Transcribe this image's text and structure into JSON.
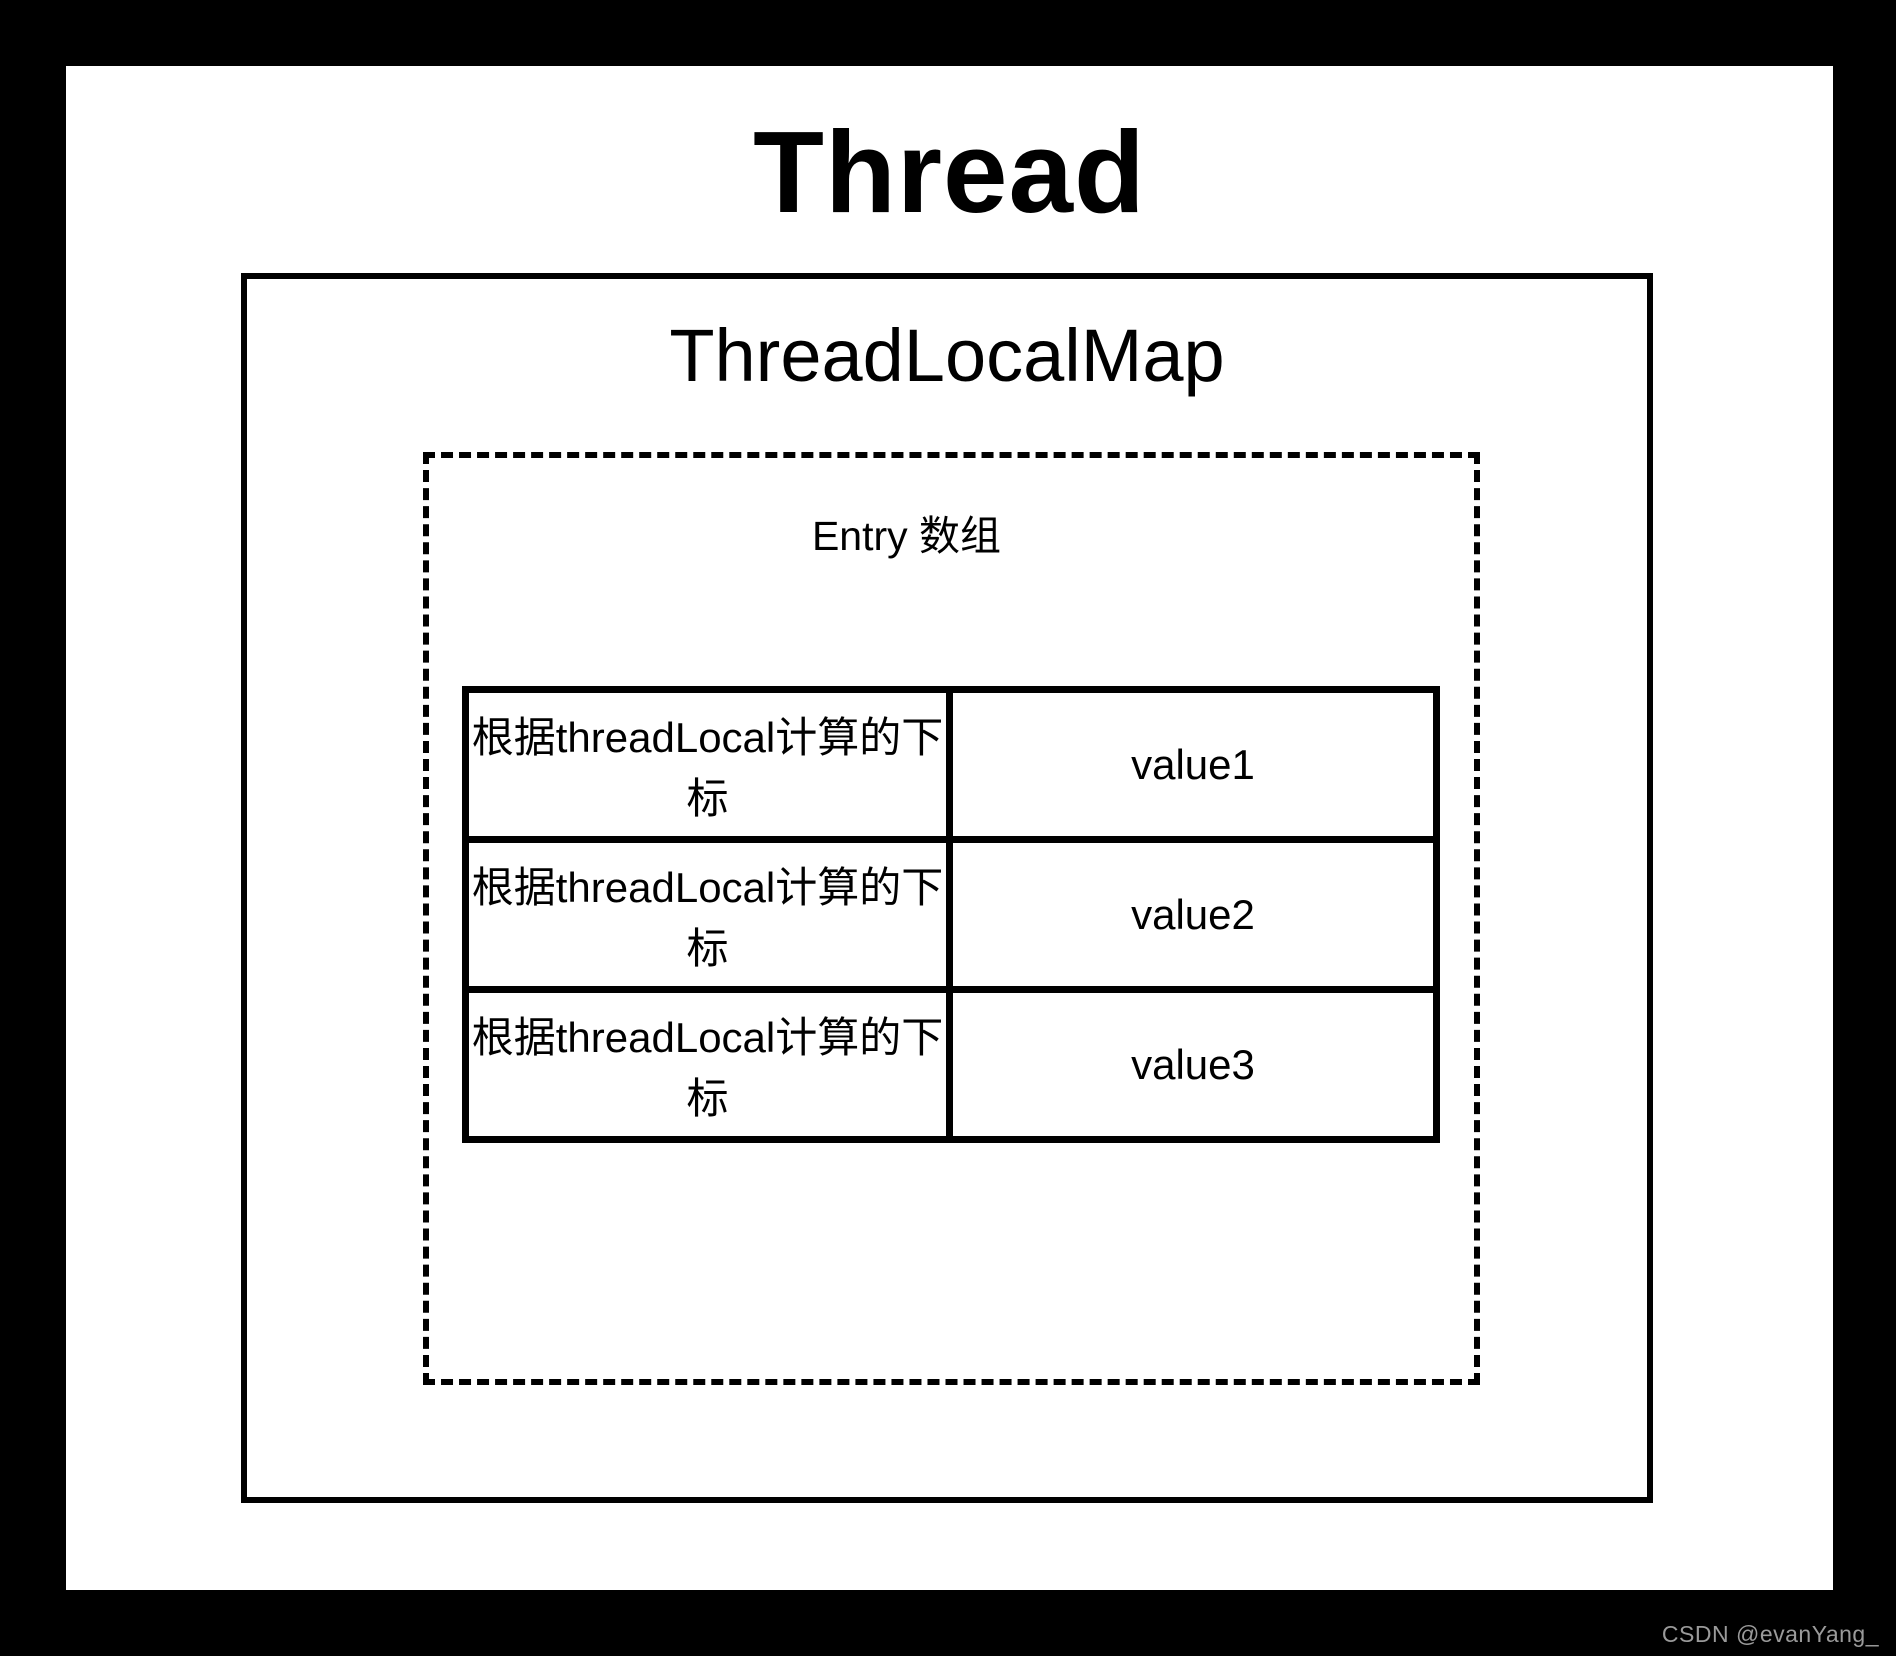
{
  "thread": {
    "title": "Thread"
  },
  "threadlocalmap": {
    "title": "ThreadLocalMap"
  },
  "entry_array": {
    "title": "Entry 数组",
    "rows": [
      {
        "index_label": "根据threadLocal计算的下标",
        "value": "value1"
      },
      {
        "index_label": "根据threadLocal计算的下标",
        "value": "value2"
      },
      {
        "index_label": "根据threadLocal计算的下标",
        "value": "value3"
      }
    ]
  },
  "watermark": "CSDN @evanYang_",
  "colors": {
    "line": "#000000",
    "frame": "#000000",
    "background": "#ffffff",
    "watermark_text": "#9a9a9a"
  }
}
